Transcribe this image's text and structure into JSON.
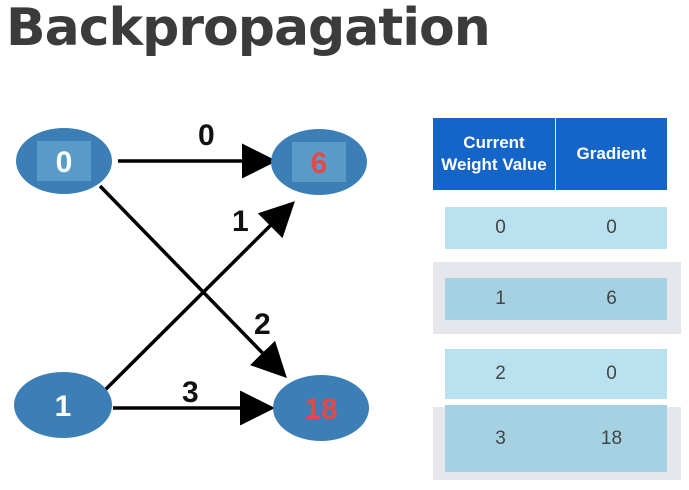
{
  "title": "Backpropagation",
  "nodes": {
    "top_left": "0",
    "top_right": "6",
    "bottom_left": "1",
    "bottom_right": "18"
  },
  "edges": {
    "top": "0",
    "bottom_up": "1",
    "top_down": "2",
    "bottom": "3"
  },
  "colors": {
    "node_fill": "#3b7fb6",
    "node_inner": "#5b9bc8",
    "highlight_red": "#e04a4a",
    "header_blue": "#1565c8"
  },
  "table": {
    "headers": [
      "Current\nWeight Value",
      "Gradient"
    ],
    "rows": [
      [
        "0",
        "0"
      ],
      [
        "1",
        "6"
      ],
      [
        "2",
        "0"
      ],
      [
        "3",
        "18"
      ]
    ]
  }
}
